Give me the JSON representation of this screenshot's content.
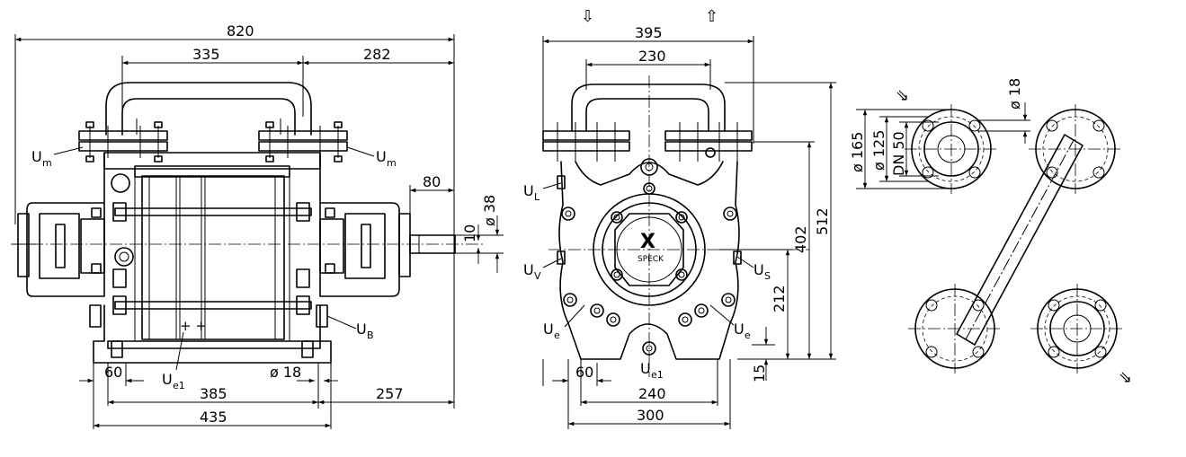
{
  "side_view": {
    "dims": {
      "overall_length": "820",
      "span_left": "335",
      "span_right": "282",
      "shaft_length": "80",
      "shaft_diameter": "ø 38",
      "shaft_key": "10",
      "foot_width": "60",
      "foot_hole": "ø 18",
      "foot_span_inner": "385",
      "foot_span_right": "257",
      "foot_span_outer": "435"
    },
    "labels": {
      "um_left": "U",
      "um_left_sub": "m",
      "um_right": "U",
      "um_right_sub": "m",
      "ub": "U",
      "ub_sub": "B",
      "ue1": "U",
      "ue1_sub": "e1"
    }
  },
  "front_view": {
    "dims": {
      "width_top": "395",
      "width_inner": "230",
      "foot_width": "60",
      "foot_span": "240",
      "base_width": "300",
      "height_total": "512",
      "height_flange": "402",
      "height_axis": "212",
      "height_foot": "15"
    },
    "labels": {
      "ul": "U",
      "ul_sub": "L",
      "uv": "U",
      "uv_sub": "V",
      "us": "U",
      "us_sub": "S",
      "ue_left": "U",
      "ue_left_sub": "e",
      "ue_right": "U",
      "ue_right_sub": "e",
      "ue1": "U",
      "ue1_sub": "e1",
      "logo": "SPECK",
      "arrow_in": "⇩",
      "arrow_out": "⇧"
    }
  },
  "flange_view": {
    "dims": {
      "outer_diameter": "ø 165",
      "bolt_circle": "ø 125",
      "nominal": "DN 50",
      "hole_diameter": "ø 18"
    },
    "labels": {
      "arrow_in": "⇘",
      "arrow_out": "⇘"
    }
  }
}
